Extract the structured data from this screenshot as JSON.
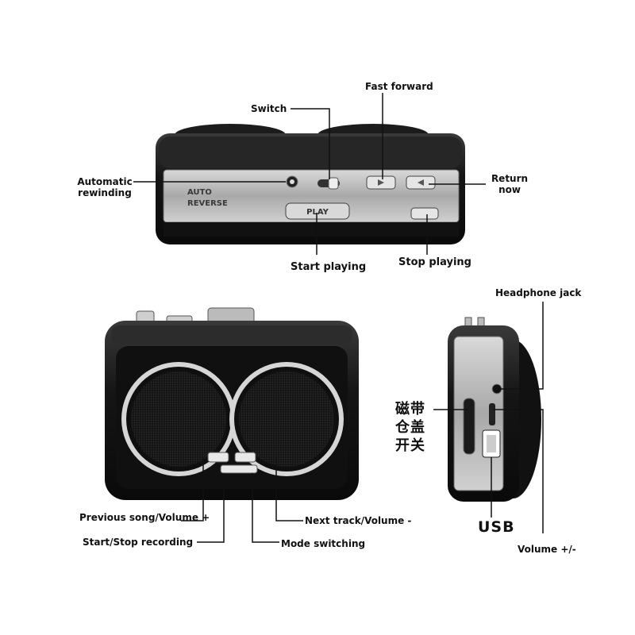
{
  "labels": {
    "switch": "Switch",
    "fast_forward": "Fast forward",
    "automatic_rewinding_line1": "Automatic",
    "automatic_rewinding_line2": "rewinding",
    "return_now_line1": "Return",
    "return_now_line2": "now",
    "start_playing": "Start playing",
    "stop_playing": "Stop playing",
    "headphone_jack": "Headphone jack",
    "tape_cover_switch_line1": "磁带",
    "tape_cover_switch_line2": "仓盖",
    "tape_cover_switch_line3": "开关",
    "usb": "USB",
    "volume": "Volume +/-",
    "previous_song_volume": "Previous song/Volume +",
    "next_track_volume": "Next track/Volume -",
    "start_stop_recording": "Start/Stop recording",
    "mode_switching": "Mode switching"
  },
  "device": {
    "front_panel_text_line1": "AUTO",
    "front_panel_text_line2": "REVERSE",
    "play_button_text": "PLAY"
  },
  "colors": {
    "body": "#1a1a1a",
    "metal": "#b9b9b9",
    "speaker_ring": "#e6e6e6",
    "line": "#111111"
  }
}
